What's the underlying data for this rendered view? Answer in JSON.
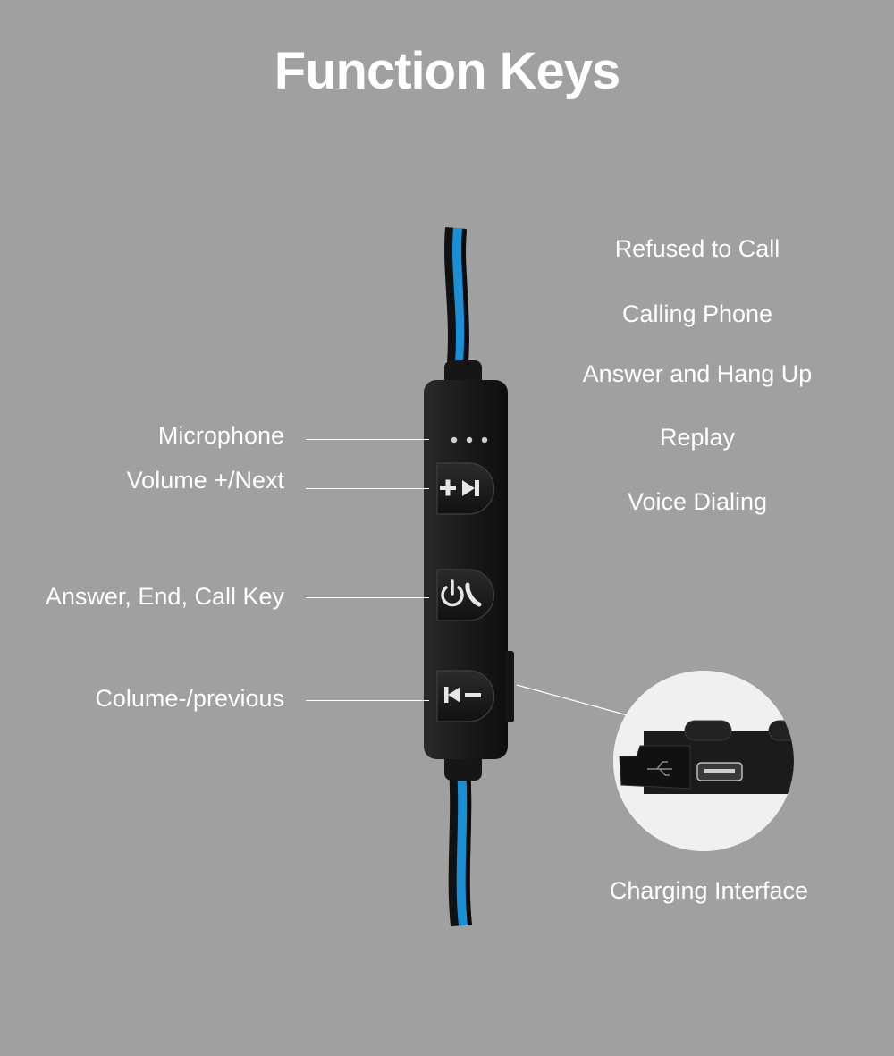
{
  "title": "Function Keys",
  "left_labels": {
    "microphone": "Microphone",
    "volume_up_next": "Volume +/Next",
    "answer_end_call": "Answer, End, Call Key",
    "volume_down_previous": "Colume-/previous"
  },
  "right_labels": {
    "refused_to_call": "Refused to Call",
    "calling_phone": "Calling Phone",
    "answer_and_hang_up": "Answer and Hang Up",
    "replay": "Replay",
    "voice_dialing": "Voice Dialing"
  },
  "charging_label": "Charging Interface",
  "colors": {
    "background": "#a0a0a0",
    "cable_blue": "#1a8fd6",
    "cable_black": "#111111",
    "device_body": "#1c1c1c",
    "text": "#ffffff"
  }
}
